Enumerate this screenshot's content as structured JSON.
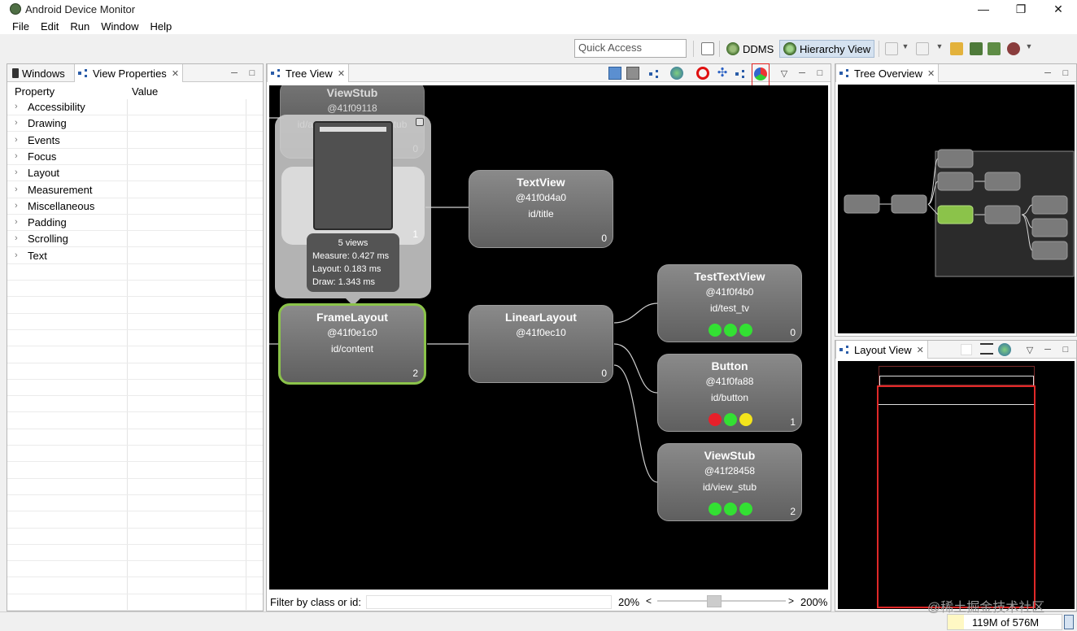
{
  "window": {
    "title": "Android Device Monitor"
  },
  "menu": [
    "File",
    "Edit",
    "Run",
    "Window",
    "Help"
  ],
  "toolbar": {
    "quick_access_placeholder": "Quick Access",
    "perspectives": [
      {
        "label": "DDMS",
        "icon": "ddms-icon",
        "active": false
      },
      {
        "label": "Hierarchy View",
        "icon": "hierarchy-view-icon",
        "active": true
      }
    ]
  },
  "left_panel": {
    "tabs": [
      {
        "label": "Windows",
        "icon": "device-icon"
      },
      {
        "label": "View Properties",
        "icon": "tree-icon",
        "selected": true
      }
    ],
    "columns": [
      "Property",
      "Value"
    ],
    "rows": [
      "Accessibility",
      "Drawing",
      "Events",
      "Focus",
      "Layout",
      "Measurement",
      "Miscellaneous",
      "Padding",
      "Scrolling",
      "Text"
    ]
  },
  "tree_view": {
    "tab": "Tree View",
    "nodes": [
      {
        "key": "viewstub_top",
        "name": "ViewStub",
        "addr": "@41f09118",
        "id": "id/action_mode_bar_stub",
        "index": "0"
      },
      {
        "key": "textview",
        "name": "TextView",
        "addr": "@41f0d4a0",
        "id": "id/title",
        "index": "0"
      },
      {
        "key": "framelayout",
        "name": "FrameLayout",
        "addr": "@41f0e1c0",
        "id": "id/content",
        "index": "2"
      },
      {
        "key": "linearlayout",
        "name": "LinearLayout",
        "addr": "@41f0ec10",
        "id": "",
        "index": "0"
      },
      {
        "key": "testtextview",
        "name": "TestTextView",
        "addr": "@41f0f4b0",
        "id": "id/test_tv",
        "index": "0"
      },
      {
        "key": "button",
        "name": "Button",
        "addr": "@41f0fa88",
        "id": "id/button",
        "index": "1"
      },
      {
        "key": "viewstub",
        "name": "ViewStub",
        "addr": "@41f28458",
        "id": "id/view_stub",
        "index": "2"
      }
    ],
    "ghost_index": "1",
    "tooltip": {
      "views": "5 views",
      "measure": "Measure: 0.427 ms",
      "layout": "Layout: 0.183 ms",
      "draw": "Draw: 1.343 ms"
    },
    "filter_label": "Filter by class or id:",
    "zoom_min": "20%",
    "zoom_max": "200%",
    "colors": {
      "green": "#33e033",
      "red": "#e8202a",
      "yellow": "#f4e41c",
      "selected_border": "#8bc34a"
    }
  },
  "tree_overview": {
    "tab": "Tree Overview"
  },
  "layout_view": {
    "tab": "Layout View"
  },
  "status": {
    "heap": "119M of 576M",
    "watermark": "@稀土掘金技术社区"
  }
}
